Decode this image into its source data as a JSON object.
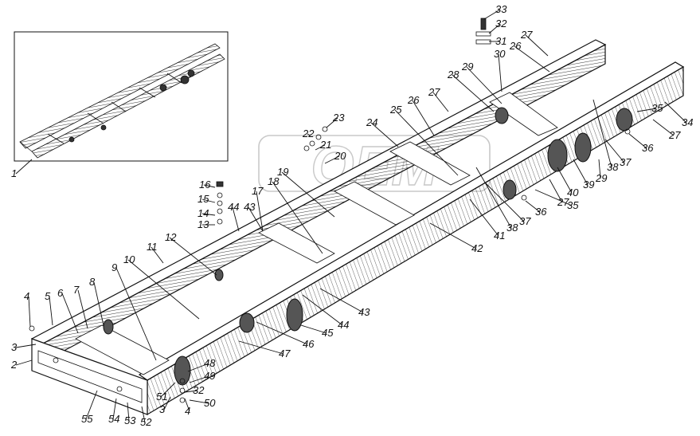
{
  "diagram": {
    "watermark_text": "ОЕМ",
    "callouts": [
      {
        "id": "c1",
        "label": "1"
      },
      {
        "id": "c2",
        "label": "2"
      },
      {
        "id": "c3a",
        "label": "3"
      },
      {
        "id": "c3b",
        "label": "3"
      },
      {
        "id": "c4a",
        "label": "4"
      },
      {
        "id": "c4b",
        "label": "4"
      },
      {
        "id": "c5",
        "label": "5"
      },
      {
        "id": "c6",
        "label": "6"
      },
      {
        "id": "c7",
        "label": "7"
      },
      {
        "id": "c8",
        "label": "8"
      },
      {
        "id": "c9",
        "label": "9"
      },
      {
        "id": "c10",
        "label": "10"
      },
      {
        "id": "c11",
        "label": "11"
      },
      {
        "id": "c12",
        "label": "12"
      },
      {
        "id": "c13",
        "label": "13"
      },
      {
        "id": "c14",
        "label": "14"
      },
      {
        "id": "c15",
        "label": "15"
      },
      {
        "id": "c16",
        "label": "16"
      },
      {
        "id": "c17",
        "label": "17"
      },
      {
        "id": "c18",
        "label": "18"
      },
      {
        "id": "c19",
        "label": "19"
      },
      {
        "id": "c20",
        "label": "20"
      },
      {
        "id": "c21",
        "label": "21"
      },
      {
        "id": "c22",
        "label": "22"
      },
      {
        "id": "c23",
        "label": "23"
      },
      {
        "id": "c24",
        "label": "24"
      },
      {
        "id": "c25",
        "label": "25"
      },
      {
        "id": "c26a",
        "label": "26"
      },
      {
        "id": "c26b",
        "label": "26"
      },
      {
        "id": "c27a",
        "label": "27"
      },
      {
        "id": "c27b",
        "label": "27"
      },
      {
        "id": "c27c",
        "label": "27"
      },
      {
        "id": "c27d",
        "label": "27"
      },
      {
        "id": "c28",
        "label": "28"
      },
      {
        "id": "c29a",
        "label": "29"
      },
      {
        "id": "c29b",
        "label": "29"
      },
      {
        "id": "c30",
        "label": "30"
      },
      {
        "id": "c31",
        "label": "31"
      },
      {
        "id": "c32a",
        "label": "32"
      },
      {
        "id": "c32b",
        "label": "32"
      },
      {
        "id": "c33",
        "label": "33"
      },
      {
        "id": "c34",
        "label": "34"
      },
      {
        "id": "c35a",
        "label": "35"
      },
      {
        "id": "c35b",
        "label": "35"
      },
      {
        "id": "c36a",
        "label": "36"
      },
      {
        "id": "c36b",
        "label": "36"
      },
      {
        "id": "c37a",
        "label": "37"
      },
      {
        "id": "c37b",
        "label": "37"
      },
      {
        "id": "c38a",
        "label": "38"
      },
      {
        "id": "c38b",
        "label": "38"
      },
      {
        "id": "c39",
        "label": "39"
      },
      {
        "id": "c40",
        "label": "40"
      },
      {
        "id": "c41",
        "label": "41"
      },
      {
        "id": "c42",
        "label": "42"
      },
      {
        "id": "c43a",
        "label": "43"
      },
      {
        "id": "c43b",
        "label": "43"
      },
      {
        "id": "c44a",
        "label": "44"
      },
      {
        "id": "c44b",
        "label": "44"
      },
      {
        "id": "c45",
        "label": "45"
      },
      {
        "id": "c46",
        "label": "46"
      },
      {
        "id": "c47",
        "label": "47"
      },
      {
        "id": "c48",
        "label": "48"
      },
      {
        "id": "c49",
        "label": "49"
      },
      {
        "id": "c50",
        "label": "50"
      },
      {
        "id": "c51",
        "label": "51"
      },
      {
        "id": "c52",
        "label": "52"
      },
      {
        "id": "c53",
        "label": "53"
      },
      {
        "id": "c54",
        "label": "54"
      },
      {
        "id": "c55",
        "label": "55"
      }
    ]
  }
}
